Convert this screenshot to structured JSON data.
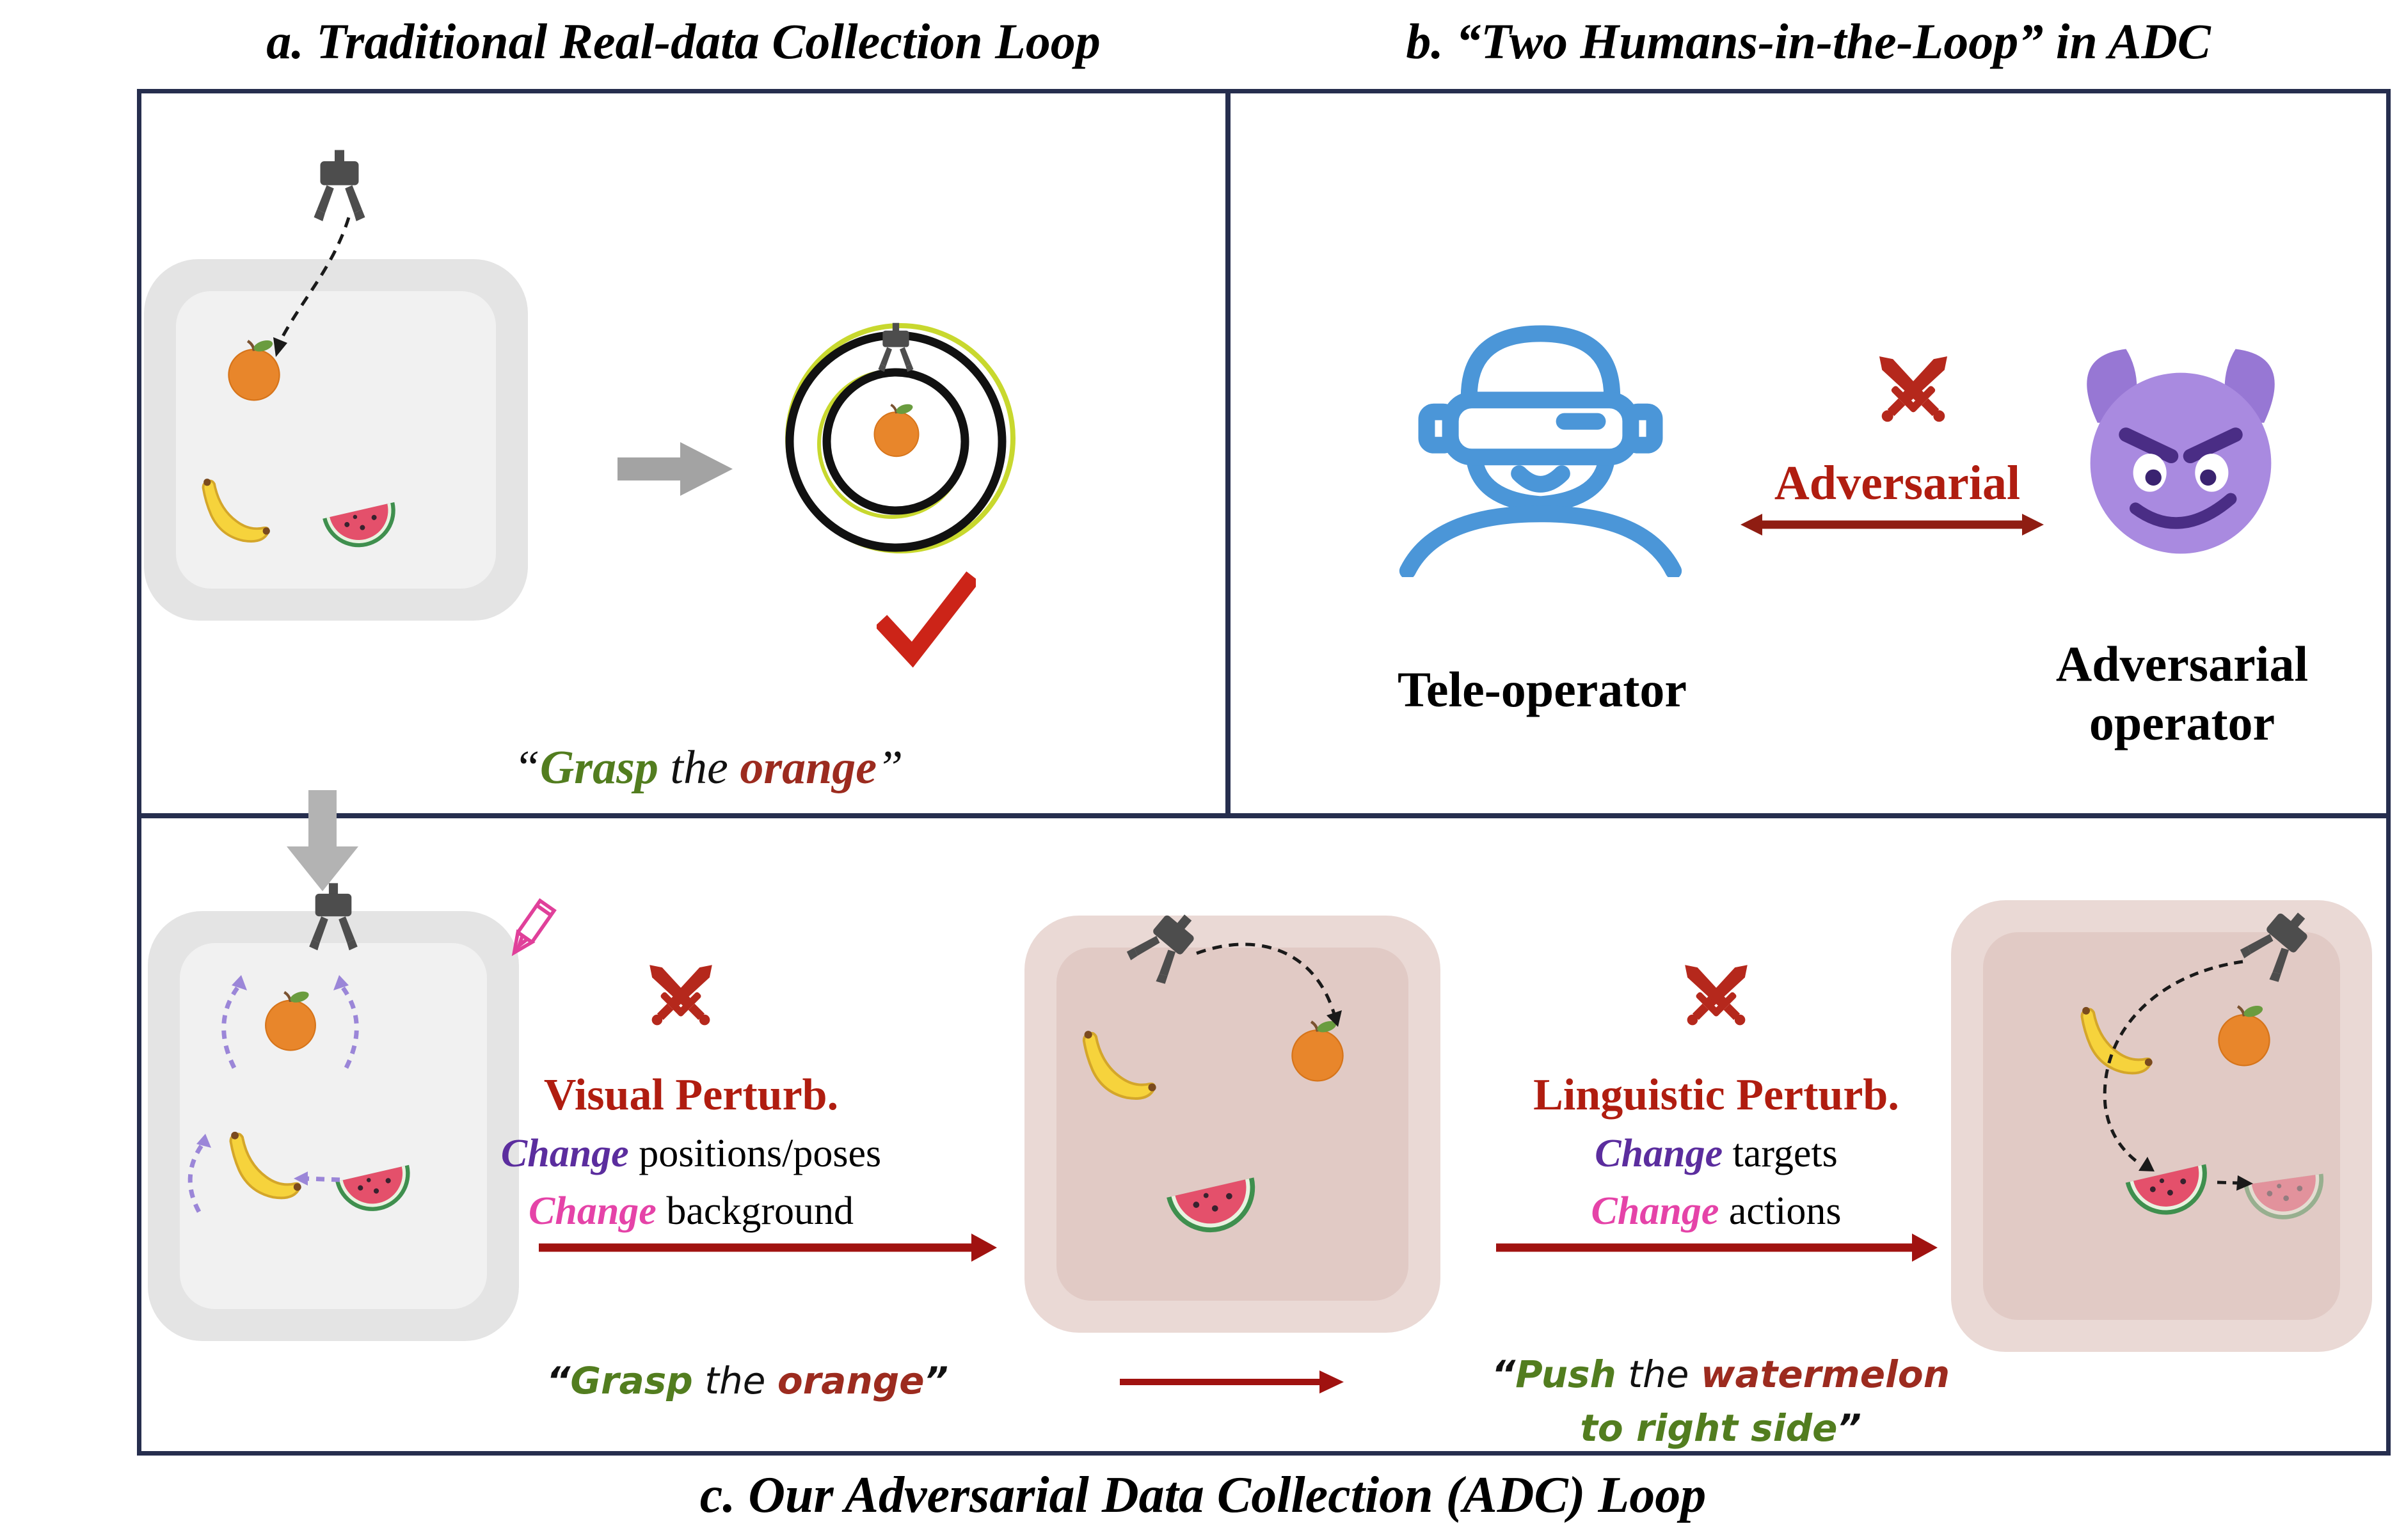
{
  "figure": {
    "panel_a": {
      "title": "a. Traditional Real-data Collection Loop",
      "instruction": {
        "open": "“",
        "verb": "Grasp",
        "mid": " the ",
        "object": "orange",
        "close": "”"
      }
    },
    "panel_b": {
      "title": "b. “Two Humans-in-the-Loop” in ADC",
      "adversarial_label": "Adversarial",
      "teleoperator_label": "Tele-operator",
      "adversarial_operator_line1": "Adversarial",
      "adversarial_operator_line2": "operator"
    },
    "panel_c": {
      "title": "c. Our Adversarial Data Collection (ADC) Loop",
      "visual_perturb": {
        "title": "Visual Perturb.",
        "change_word": "Change",
        "line1_rest": " positions/poses",
        "line2_rest": " background"
      },
      "linguistic_perturb": {
        "title": "Linguistic Perturb.",
        "change_word": "Change",
        "line1_rest": " targets",
        "line2_rest": " actions"
      },
      "grasp_instruction": {
        "open": "“",
        "verb": "Grasp",
        "mid": " the ",
        "object": "orange",
        "close": "”"
      },
      "push_instruction": {
        "open": "“",
        "verb": "Push",
        "mid": " the ",
        "object": "watermelon",
        "line2": "to right side",
        "close": "”"
      }
    }
  },
  "icons": {
    "robot-gripper-icon": "robot claw (SVG shape)",
    "orange-icon": "orange fruit",
    "banana-icon": "banana fruit",
    "watermelon-icon": "watermelon slice",
    "target-top-view-icon": "concentric rings with orange and gripper",
    "success-checkmark-icon": "red check",
    "vr-teleoperator-icon": "person wearing VR headset",
    "crossed-swords-icon": "crossed swords",
    "devil-icon": "purple devil face",
    "pencil-edit-icon": "pink pencil",
    "flow-arrow-icon": "block arrow"
  },
  "colors": {
    "panel_border": "#262e4e",
    "accent_red": "#b01d10",
    "arrow_red": "#a01210",
    "verb_green": "#527d1f",
    "object_red": "#9c2b1f",
    "change_purple": "#5b2d9e",
    "change_magenta": "#e543a8",
    "teleoperator_blue": "#4b96d8",
    "devil_purple": "#a98ae0",
    "neutral_arrow_gray": "#a3a3a3",
    "bin_gray": "#e4e4e4",
    "bin_pink": "#ead9d5"
  }
}
